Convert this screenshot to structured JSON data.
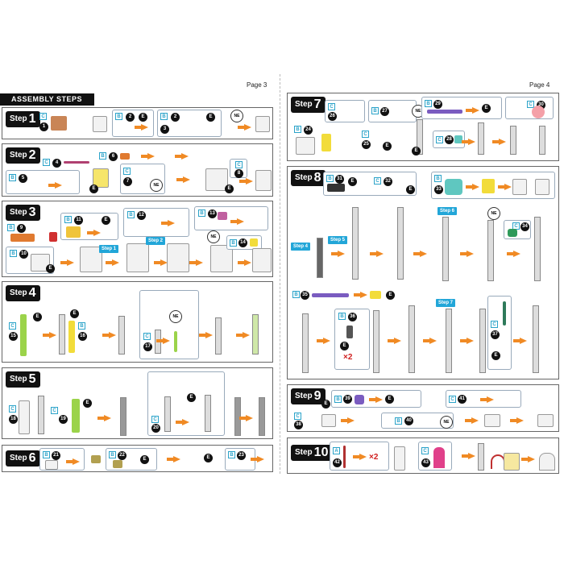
{
  "pages": {
    "left": {
      "number": "Page 3"
    },
    "right": {
      "number": "Page 4"
    }
  },
  "banner": {
    "title": "ASSEMBLY STEPS"
  },
  "step_word": "Step",
  "steps": [
    {
      "num": "1"
    },
    {
      "num": "2"
    },
    {
      "num": "3"
    },
    {
      "num": "4"
    },
    {
      "num": "5"
    },
    {
      "num": "6"
    },
    {
      "num": "7"
    },
    {
      "num": "8"
    },
    {
      "num": "9"
    },
    {
      "num": "10"
    }
  ],
  "labels": {
    "e": "E",
    "ne": "NE",
    "sub_1": "Step 1",
    "sub_2": "Step 2",
    "sub_4": "Step 4",
    "sub_5": "Step 5",
    "sub_6": "Step 6",
    "sub_7": "Step 7",
    "times2": "×2",
    "sheet_a": "A",
    "sheet_b": "B",
    "sheet_c": "C"
  },
  "parts": {
    "p1": "1",
    "p2": "2",
    "p3": "3",
    "p4": "4",
    "p5": "5",
    "p6": "6",
    "p7": "7",
    "p8": "8",
    "p9": "9",
    "p10": "10",
    "p11": "11",
    "p12": "12",
    "p13": "13",
    "p14": "14",
    "p15": "15",
    "p16": "16",
    "p17": "17",
    "p18": "18",
    "p19": "19",
    "p20": "20",
    "p21": "21",
    "p22": "22",
    "p23": "23",
    "p24": "24",
    "p25": "25",
    "p26": "26",
    "p27": "27",
    "p28": "28",
    "p29": "29",
    "p30": "30",
    "p31": "31",
    "p32": "32",
    "p33": "33",
    "p34": "34",
    "p35": "35",
    "p36": "36",
    "p37": "37",
    "p38": "38",
    "p39": "39",
    "p40": "40",
    "p41": "41",
    "p42": "42",
    "p43": "43"
  },
  "colors": {
    "accent_blue": "#22a6d8",
    "arrow_orange": "#f08a24",
    "label_black": "#111111",
    "green_part": "#9bd34a",
    "yellow_part": "#f2dc3a",
    "pink_part": "#e0408a",
    "purple_part": "#7a5cc0"
  },
  "icons": [
    "arrow-right-icon",
    "ne-compass-icon",
    "part-badge-icon"
  ]
}
